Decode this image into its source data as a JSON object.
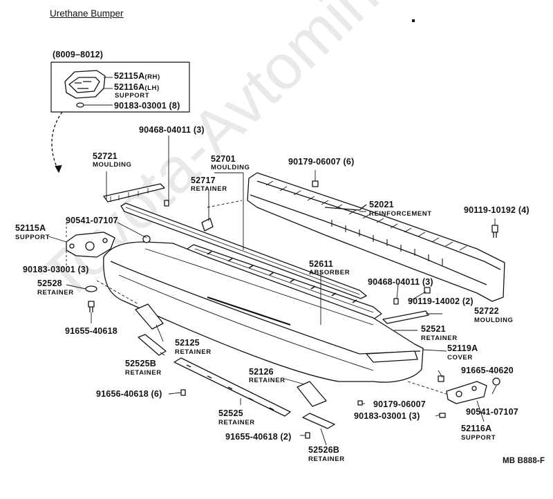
{
  "title": "Urethane Bumper",
  "inset": {
    "range": "(8009–8012)",
    "support_rh": "52115A",
    "support_rh_tag": "(RH)",
    "support_lh": "52116A",
    "support_lh_tag": "(LH)",
    "support_name": "SUPPORT",
    "bolt": "90183-03001 (8)"
  },
  "watermark": "Toyota-Avtomine.ru",
  "code": "MB B888-F",
  "labels": {
    "p90468a": "90468-04011 (3)",
    "p52721": "52721",
    "p52721n": "MOULDING",
    "p52701": "52701",
    "p52701n": "MOULDING",
    "p52717": "52717",
    "p52717n": "RETAINER",
    "p90179a": "90179-06007 (6)",
    "p52021": "52021",
    "p52021n": "REINFORCEMENT",
    "p90119a": "90119-10192 (4)",
    "p52115a": "52115A",
    "p52115an": "SUPPORT",
    "p90541a": "90541-07107",
    "p90183a": "90183-03001 (3)",
    "p52528": "52528",
    "p52528n": "RETAINER",
    "p52611": "52611",
    "p52611n": "ABSORBER",
    "p90468b": "90468-04011 (3)",
    "p90119b": "90119-14002 (2)",
    "p52722": "52722",
    "p52722n": "MOULDING",
    "p91655a": "91655-40618",
    "p52125": "52125",
    "p52125n": "RETAINER",
    "p52521": "52521",
    "p52521n": "RETAINER",
    "p52119a": "52119A",
    "p52119an": "COVER",
    "p52525b": "52525B",
    "p52525bn": "RETAINER",
    "p91665": "91665-40620",
    "p52126": "52126",
    "p52126n": "RETAINER",
    "p91656": "91656-40618 (6)",
    "p90179b": "90179-06007",
    "p90183b": "90183-03001 (3)",
    "p90541b": "90541-07107",
    "p52525": "52525",
    "p52525n": "RETAINER",
    "p52116a": "52116A",
    "p52116an": "SUPPORT",
    "p91655b": "91655-40618 (2)",
    "p52526b": "52526B",
    "p52526bn": "RETAINER"
  }
}
